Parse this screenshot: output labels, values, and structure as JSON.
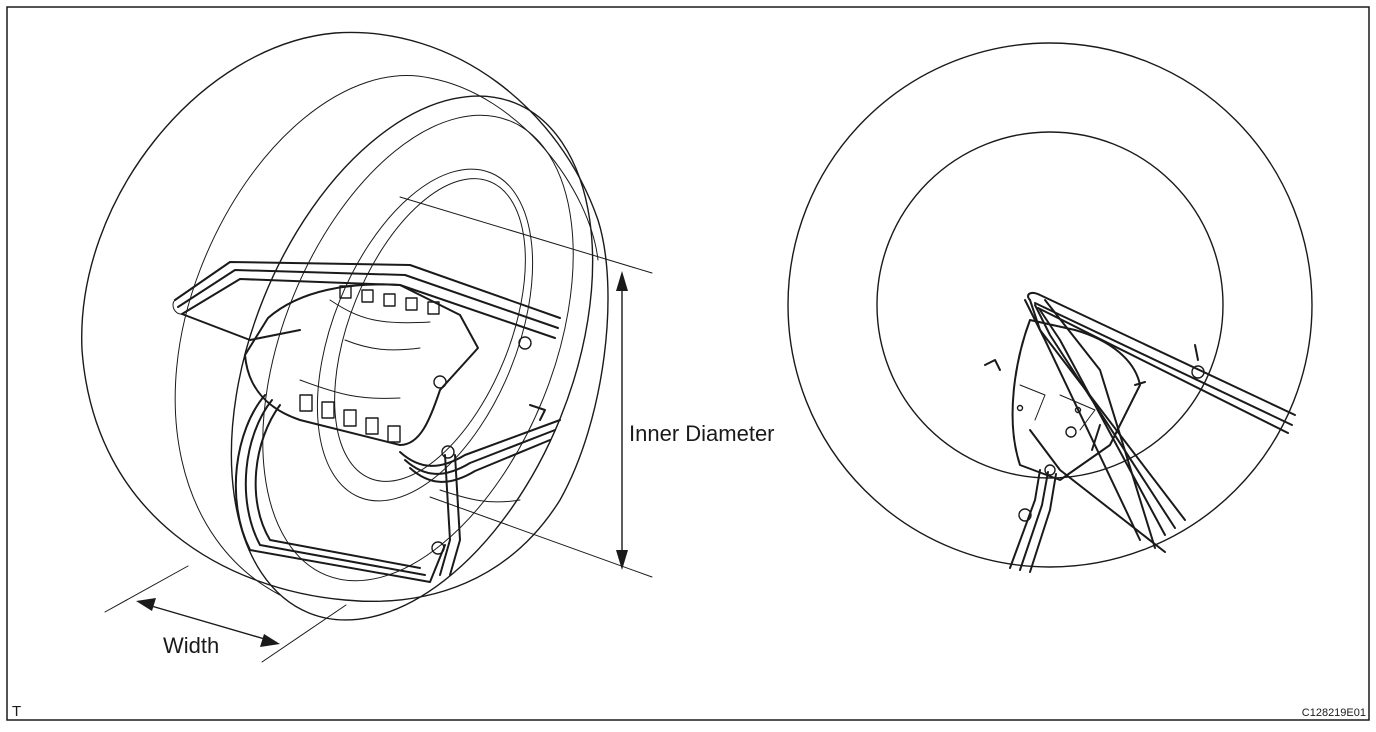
{
  "labels": {
    "inner_diameter": "Inner Diameter",
    "width": "Width",
    "corner_mark": "T",
    "figure_code": "C128219E01"
  },
  "colors": {
    "line": "#1a1a1a",
    "background": "#ffffff"
  }
}
